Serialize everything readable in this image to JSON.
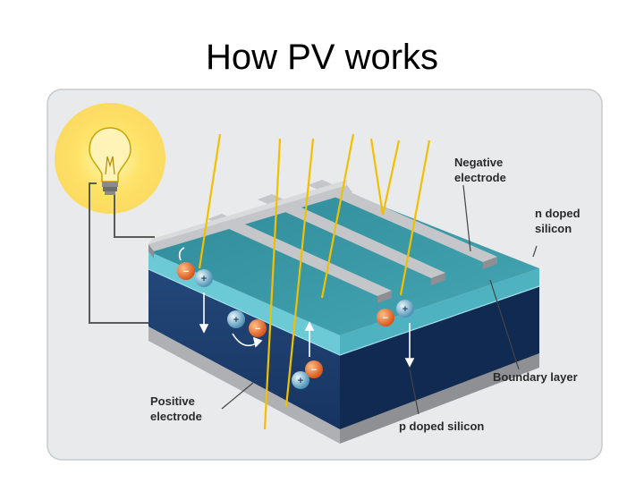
{
  "slide": {
    "title": "How PV works"
  },
  "diagram": {
    "labels": {
      "negative_electrode_1": "Negative",
      "negative_electrode_2": "electrode",
      "n_doped_1": "n doped",
      "n_doped_2": "silicon",
      "boundary_layer": "Boundary layer",
      "p_doped": "p doped silicon",
      "positive_electrode_1": "Positive",
      "positive_electrode_2": "electrode"
    },
    "particles": {
      "electron_sign": "−",
      "hole_sign": "+"
    },
    "colors": {
      "n_layer": "#6cc9d6",
      "p_layer": "#1d3f6e",
      "electrode": "#b6b8bb",
      "sunlight": "#f2c000",
      "electron": "#e8742a",
      "hole": "#7fb9d4",
      "bulb_glow": "#ffe36a",
      "panel_bg": "#e9eaeb"
    }
  }
}
